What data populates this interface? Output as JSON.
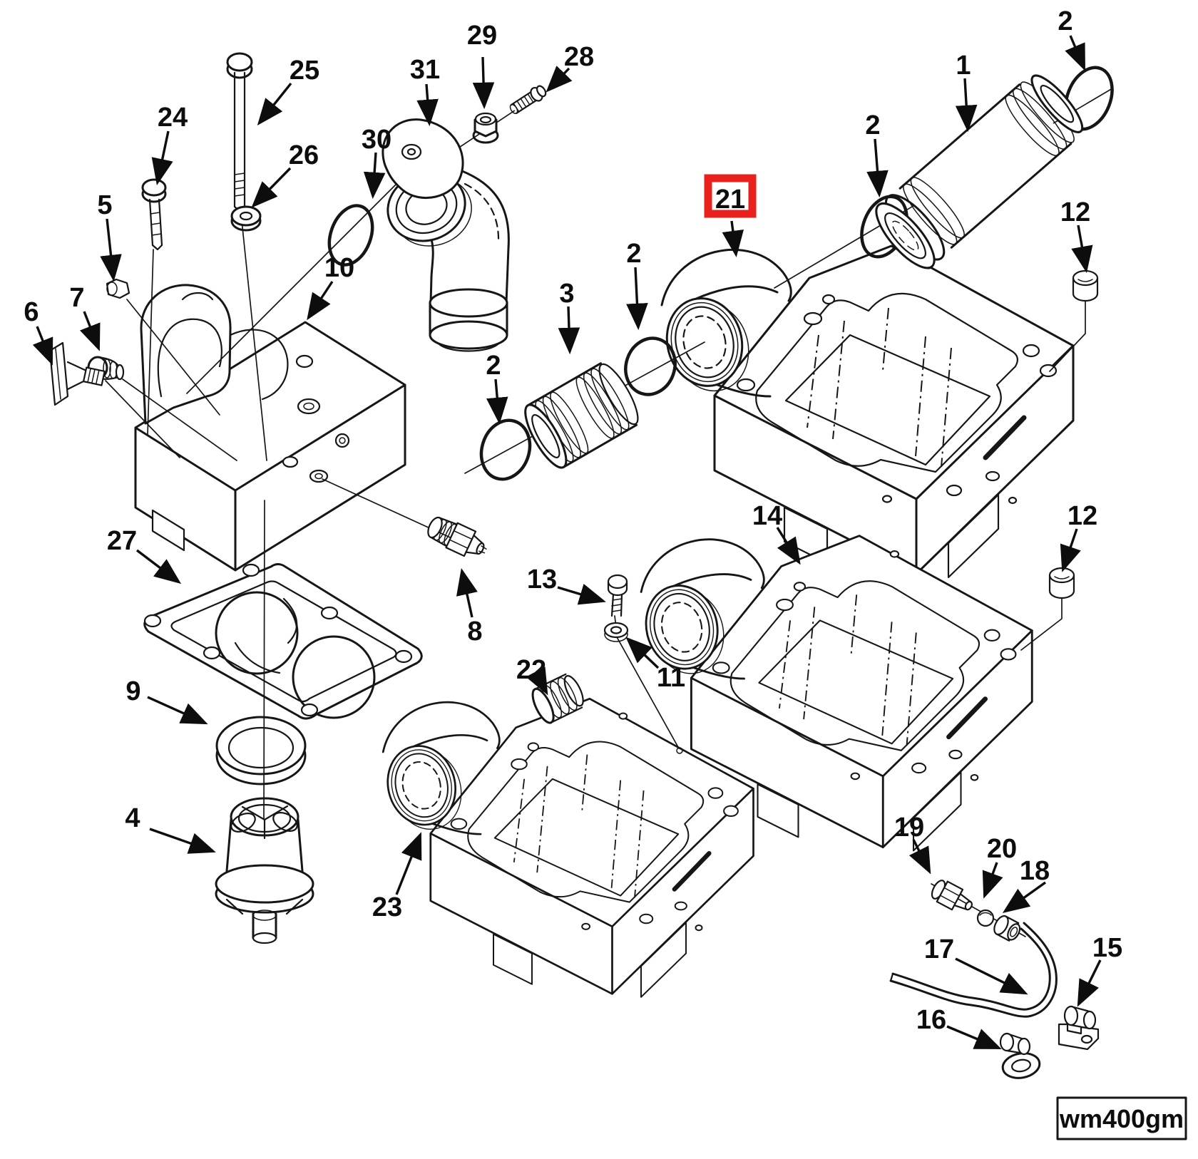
{
  "document": {
    "type": "exploded-parts-diagram",
    "watermark": "wm400gm",
    "highlighted_item": "21",
    "highlight_color": "#e8201e",
    "line_color": "#161616",
    "background_color": "#ffffff"
  },
  "callouts": [
    {
      "label": "1"
    },
    {
      "label": "2"
    },
    {
      "label": "2"
    },
    {
      "label": "2"
    },
    {
      "label": "2"
    },
    {
      "label": "3"
    },
    {
      "label": "4"
    },
    {
      "label": "5"
    },
    {
      "label": "6"
    },
    {
      "label": "7"
    },
    {
      "label": "8"
    },
    {
      "label": "9"
    },
    {
      "label": "10"
    },
    {
      "label": "11"
    },
    {
      "label": "12"
    },
    {
      "label": "12"
    },
    {
      "label": "13"
    },
    {
      "label": "14"
    },
    {
      "label": "15"
    },
    {
      "label": "16"
    },
    {
      "label": "17"
    },
    {
      "label": "18"
    },
    {
      "label": "19"
    },
    {
      "label": "20"
    },
    {
      "label": "21",
      "highlighted": true
    },
    {
      "label": "22"
    },
    {
      "label": "23"
    },
    {
      "label": "24"
    },
    {
      "label": "25"
    },
    {
      "label": "26"
    },
    {
      "label": "27"
    },
    {
      "label": "28"
    },
    {
      "label": "29"
    },
    {
      "label": "30"
    },
    {
      "label": "31"
    }
  ]
}
